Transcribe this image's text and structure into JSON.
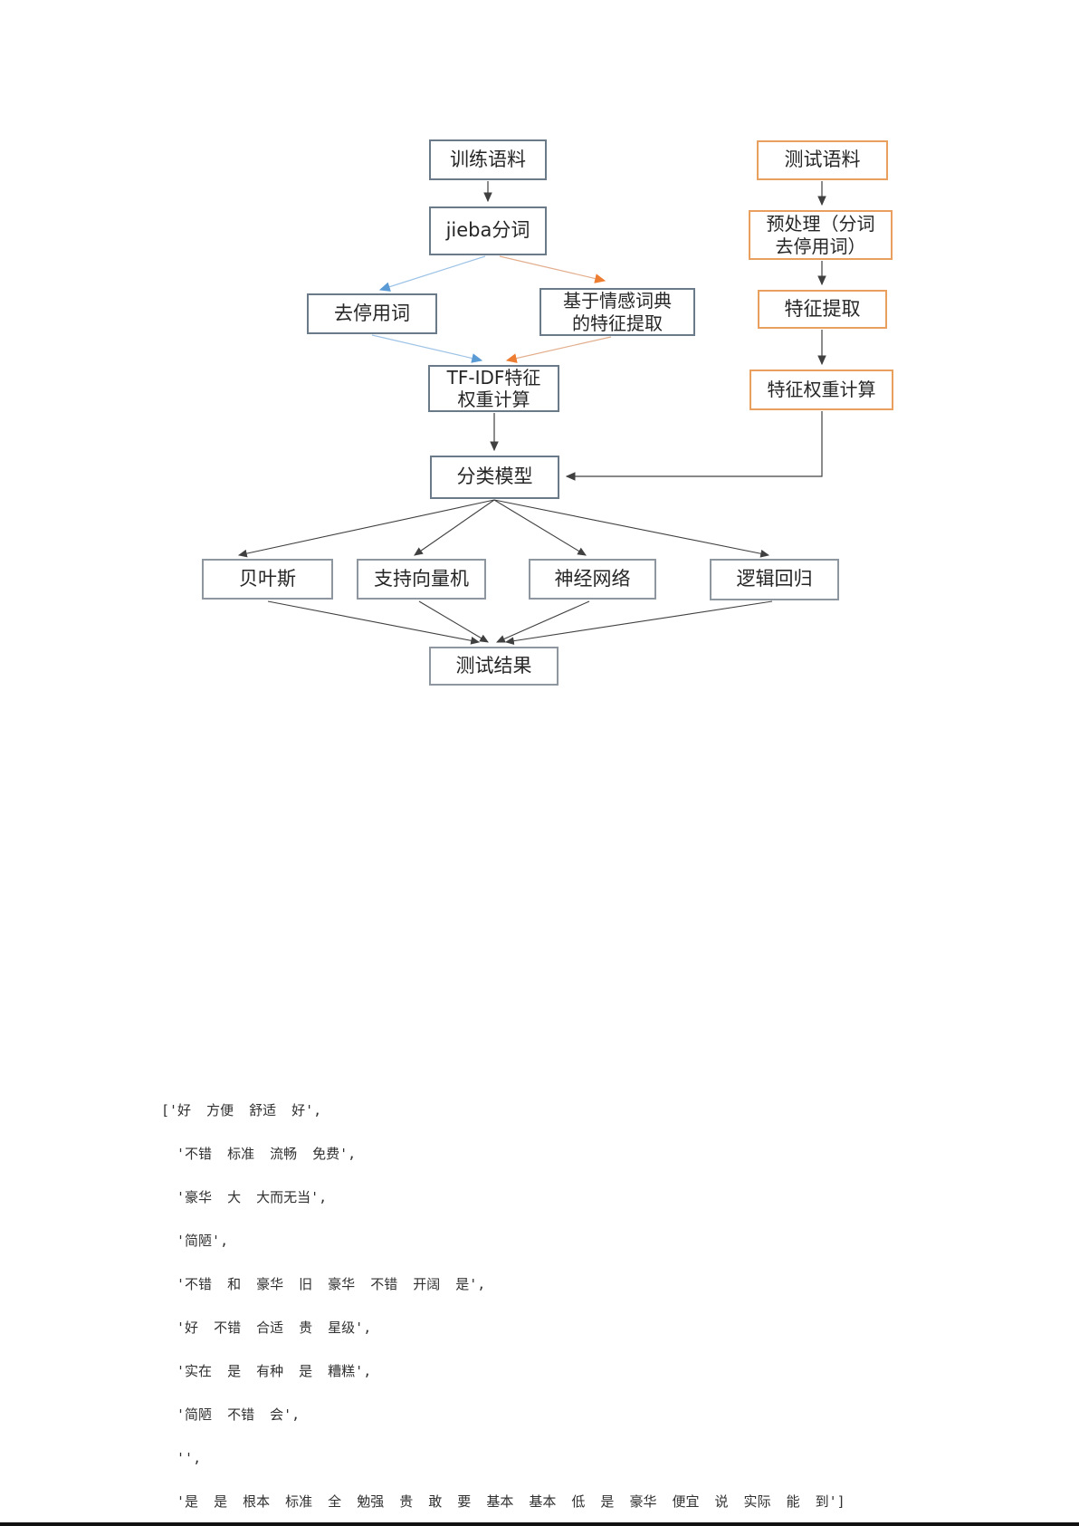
{
  "colors": {
    "page_background": "#ffffff",
    "left_box_border": "#6a7a88",
    "model_box_border": "#8e979f",
    "orange_box_border": "#e9a05e",
    "blue_connector": "#5b9bd5",
    "blue_connector_line": "#9dc3e6",
    "orange_connector": "#ed7d31",
    "orange_connector_line": "#e2ae8d",
    "arrow": "#404040",
    "bottom_bar": "#111111"
  },
  "flowchart": {
    "nodes": {
      "train_corpus": {
        "label": "训练语料"
      },
      "jieba_segment": {
        "label": "jieba分词"
      },
      "remove_stopwords": {
        "label": "去停用词"
      },
      "sentiment_dict_features": {
        "label": "基于情感词典\n的特征提取"
      },
      "tfidf_weight": {
        "label": "TF-IDF特征\n权重计算"
      },
      "classifier_model": {
        "label": "分类模型"
      },
      "bayes": {
        "label": "贝叶斯"
      },
      "svm": {
        "label": "支持向量机"
      },
      "neural_network": {
        "label": "神经网络"
      },
      "logistic_regression": {
        "label": "逻辑回归"
      },
      "test_result": {
        "label": "测试结果"
      },
      "test_corpus": {
        "label": "测试语料"
      },
      "preprocess": {
        "label": "预处理（分词\n去停用词）"
      },
      "feature_extraction": {
        "label": "特征提取"
      },
      "feature_weight": {
        "label": "特征权重计算"
      }
    }
  },
  "console_output": {
    "lines": [
      "['好 方便 舒适 好',",
      " '不错 标准 流畅 免费',",
      " '豪华 大 大而无当',",
      " '简陋',",
      " '不错 和 豪华 旧 豪华 不错 开阔 是',",
      " '好 不错 合适 贵 星级',",
      " '实在 是 有种 是 糟糕',",
      " '简陋 不错 会',",
      " '',",
      " '是 是 根本 标准 全 勉强 贵 敢 要 基本 基本 低 是 豪华 便宜 说 实际 能 到']"
    ]
  }
}
